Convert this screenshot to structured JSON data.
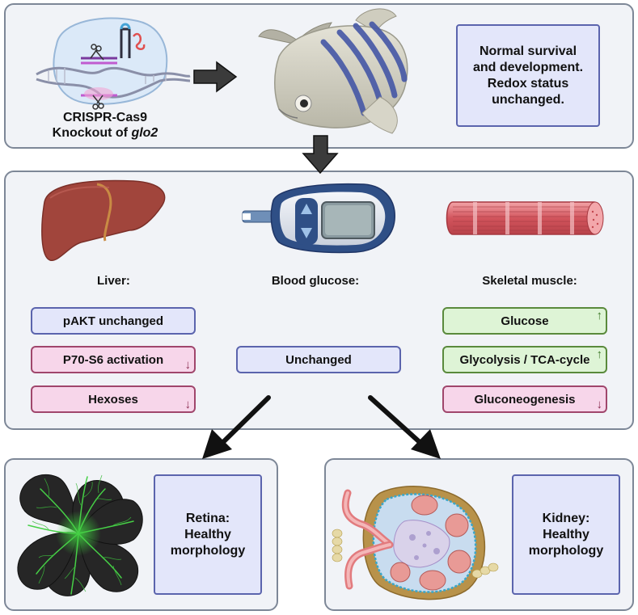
{
  "top": {
    "crispr_caption_line1": "CRISPR-Cas9",
    "crispr_caption_line2_prefix": "Knockout of ",
    "crispr_caption_line2_gene": "glo2",
    "outcome_line1": "Normal survival",
    "outcome_line2": "and development.",
    "outcome_line3": "Redox status",
    "outcome_line4": "unchanged."
  },
  "middle": {
    "liver": {
      "heading": "Liver:",
      "items": [
        {
          "label": "pAKT unchanged",
          "trend": "none"
        },
        {
          "label": "P70-S6 activation",
          "trend": "down"
        },
        {
          "label": "Hexoses",
          "trend": "down"
        }
      ]
    },
    "blood": {
      "heading": "Blood glucose:",
      "items": [
        {
          "label": "Unchanged",
          "trend": "none"
        }
      ]
    },
    "muscle": {
      "heading": "Skeletal muscle:",
      "items": [
        {
          "label": "Glucose",
          "trend": "up"
        },
        {
          "label": "Glycolysis / TCA-cycle",
          "trend": "up"
        },
        {
          "label": "Gluconeogenesis",
          "trend": "down"
        }
      ]
    }
  },
  "bottom": {
    "retina": {
      "line1": "Retina:",
      "line2": "Healthy",
      "line3": "morphology"
    },
    "kidney": {
      "line1": "Kidney:",
      "line2": "Healthy",
      "line3": "morphology"
    }
  },
  "arrow_glyphs": {
    "down": "↓",
    "up": "↑"
  },
  "colors": {
    "panel_fill": "#f1f3f7",
    "panel_border": "#7d8797",
    "neutral": "#5b64ad",
    "decrease": "#a0466c",
    "increase": "#5a8a3c"
  }
}
